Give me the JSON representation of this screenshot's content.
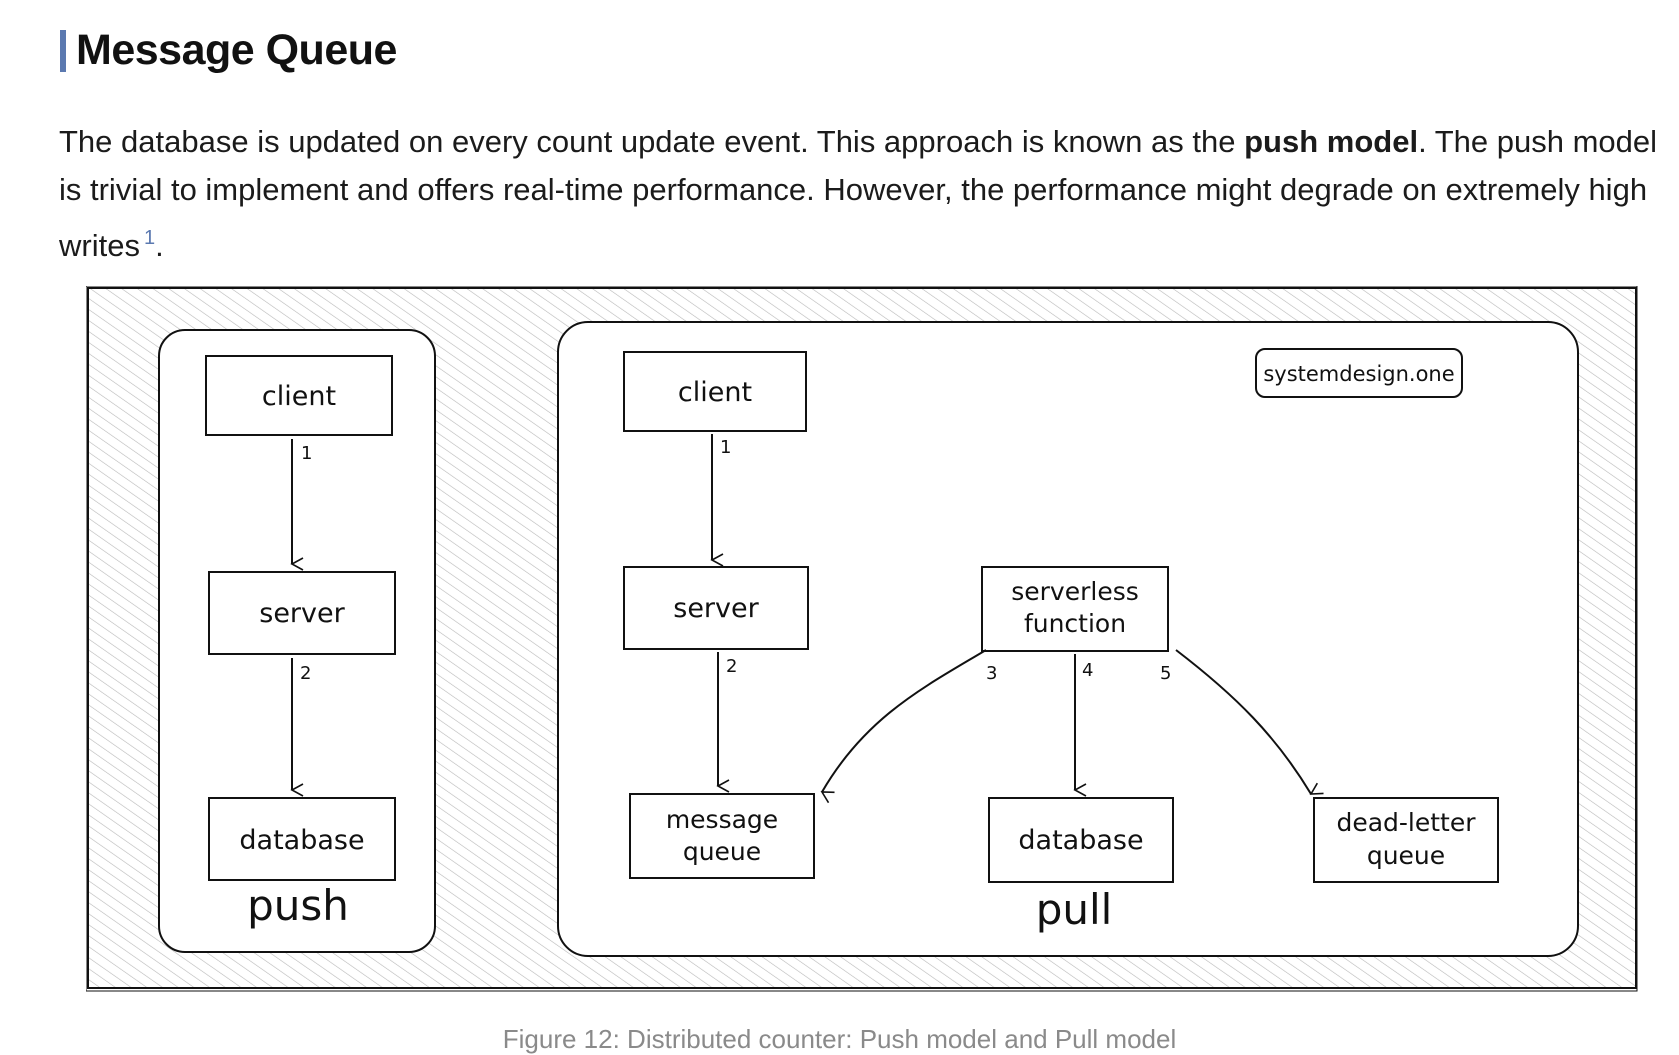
{
  "section": {
    "heading": "Message Queue"
  },
  "paragraph": {
    "text_before": "The database is updated on every count update event. This approach is known as the ",
    "bold_term": "push model",
    "text_after": ". The push model is trivial to implement and offers real-time performance. However, the performance might degrade on extremely high writes",
    "footnote": "1",
    "end": "."
  },
  "diagram": {
    "watermark": "systemdesign.one",
    "push": {
      "label": "push",
      "nodes": [
        "client",
        "server",
        "database"
      ],
      "edges": [
        "1",
        "2"
      ]
    },
    "pull": {
      "label": "pull",
      "client": "client",
      "server": "server",
      "message_queue": [
        "message",
        "queue"
      ],
      "serverless_function": [
        "serverless",
        "function"
      ],
      "database": "database",
      "dead_letter_queue": [
        "dead-letter",
        "queue"
      ],
      "edges": [
        "1",
        "2",
        "3",
        "4",
        "5"
      ]
    }
  },
  "caption": "Figure 12: Distributed counter: Push model and Pull model"
}
